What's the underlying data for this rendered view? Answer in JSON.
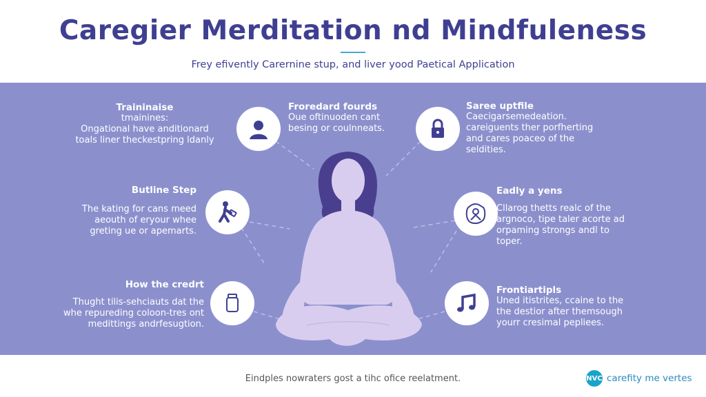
{
  "header": {
    "title": "Caregier Merditation nd Mindfuleness",
    "subtitle": "Frey efivently Carernine stup, and liver yood Paetical Application"
  },
  "colors": {
    "title": "#3f3f92",
    "panel": "#8b90cd",
    "figure": "#d9cdef",
    "hair": "#4a3f8f",
    "icon": "#3f3f92",
    "accent": "#1aa3c8"
  },
  "items": [
    {
      "title": "Traininaise",
      "lines": [
        "tmainines:",
        "Ongational have anditionard",
        "toals liner theckestpring ldanly"
      ],
      "icon": "person-icon"
    },
    {
      "title": "Froredard fourds",
      "lines": [
        "Oue oftinuoden cant",
        "besing or coulnneats."
      ],
      "icon": "person-icon"
    },
    {
      "title": "Saree uptfile",
      "lines": [
        "Caecigarsemedeation.",
        "careiguents ther porfherting",
        "and cares poaceo of the",
        "seldities."
      ],
      "icon": "lock-icon"
    },
    {
      "title": "Butline Step",
      "lines": [
        "The kating for cans meed",
        "aeouth of eryour whee",
        "greting ue or apemarts."
      ],
      "icon": "walking-person-icon"
    },
    {
      "title": "Eadly a yens",
      "lines": [
        "Cllarog thetts realc of the",
        "argnoco, tipe taler acorte ad",
        "orpaming strongs andl to",
        "toper."
      ],
      "icon": "badge-person-icon"
    },
    {
      "title": "How the credrt",
      "lines": [
        "Thught tilis-sehciauts dat the",
        "whe repureding coloon-tres ont",
        "medittings andrfesugtion."
      ],
      "icon": "jar-icon"
    },
    {
      "title": "Frontiartipls",
      "lines": [
        "Uned itistrites, ccaine to the",
        "the destior after themsough",
        "yourr cresimal pepliees."
      ],
      "icon": "music-note-icon"
    }
  ],
  "footer": {
    "text": "Eindples nowraters gost a tihc ofice reelatment.",
    "logo": "NVC",
    "brand": "carefity me vertes"
  }
}
